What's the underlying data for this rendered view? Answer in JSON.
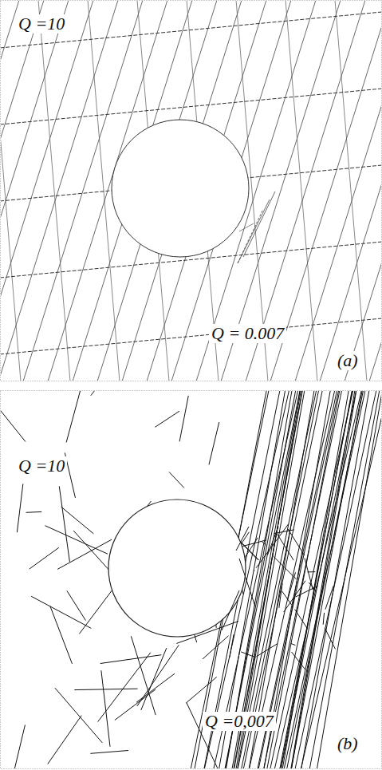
{
  "diagram": {
    "labels": [
      "Q =10",
      "Q = 0.007",
      "(a)",
      "Q =10",
      "Q =0,007",
      "(b)"
    ]
  }
}
